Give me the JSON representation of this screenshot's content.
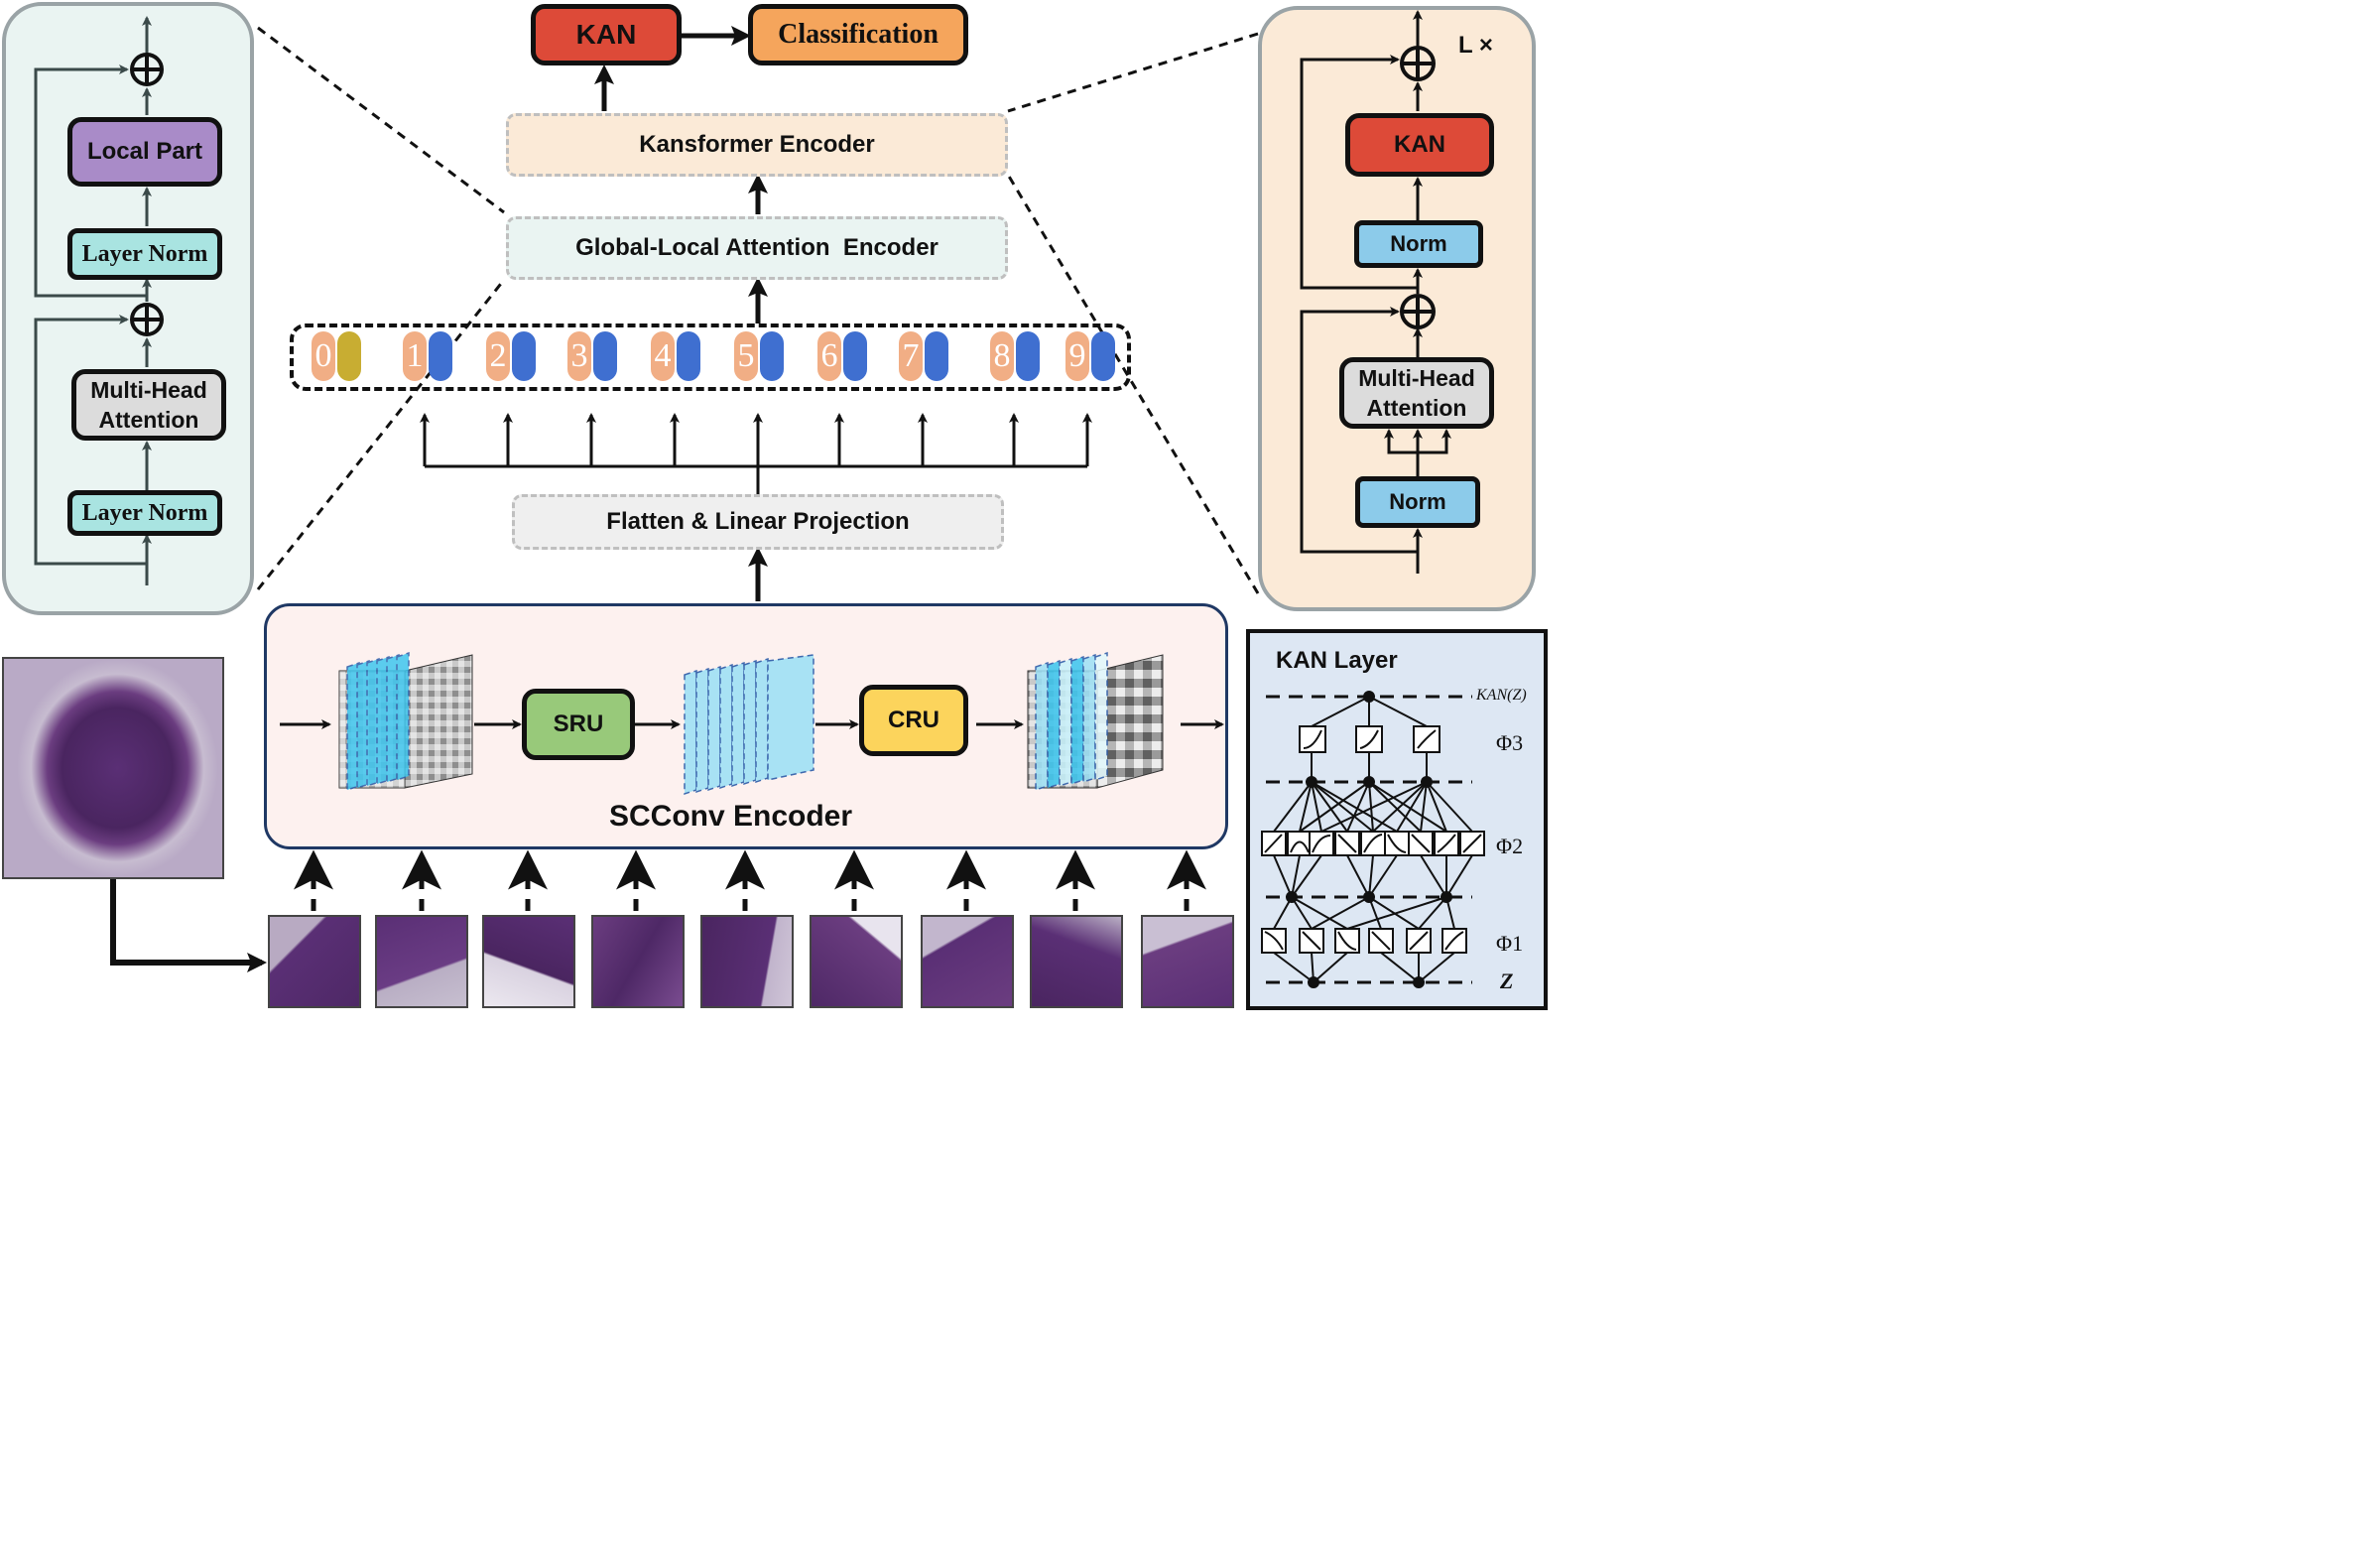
{
  "colors": {
    "kan_red": "#dd4a38",
    "classification_orange": "#f5a55c",
    "local_part_purple": "#a98bc8",
    "norm_teal": "#a9e4e1",
    "norm_blue": "#8ccbea",
    "attention_gray": "#dcdcdc",
    "sru_green": "#98c97a",
    "cru_yellow": "#fcd45c",
    "token_orange": "#f1ae85",
    "token_blue": "#3f6fd0",
    "cls_token_olive": "#c8ad32",
    "scconv_bg": "#fdf1ef",
    "kan_layer_bg": "#dde7f3"
  },
  "top": {
    "kan": "KAN",
    "classification": "Classification",
    "kansformer_encoder": "Kansformer Encoder",
    "global_local_encoder": "Global-Local Attention  Encoder",
    "flatten_projection": "Flatten & Linear Projection"
  },
  "tokens": [
    "0",
    "1",
    "2",
    "3",
    "4",
    "5",
    "6",
    "7",
    "8",
    "9"
  ],
  "left_panel": {
    "local_part": "Local Part",
    "layer_norm_top": "Layer Norm",
    "multi_head_attention": "Multi-Head Attention",
    "layer_norm_bottom": "Layer Norm"
  },
  "right_panel": {
    "repeat": "L ×",
    "kan": "KAN",
    "norm_top": "Norm",
    "multi_head_attention": "Multi-Head Attention",
    "norm_bottom": "Norm"
  },
  "scconv": {
    "title": "SCConv Encoder",
    "sru": "SRU",
    "cru": "CRU"
  },
  "kan_layer": {
    "title": "KAN Layer",
    "output": "KAN(Z)",
    "phi3": "Φ3",
    "phi2": "Φ2",
    "phi1": "Φ1",
    "input": "Z"
  }
}
